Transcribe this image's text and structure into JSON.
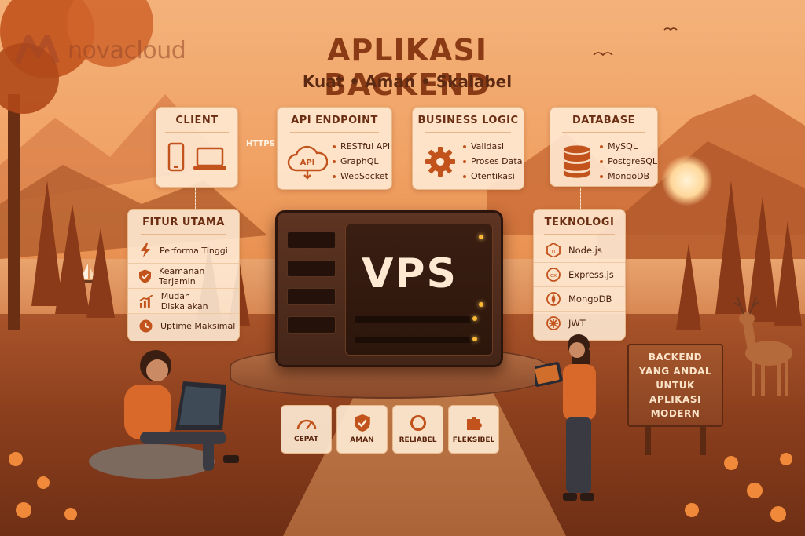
{
  "brand": {
    "name": "novacloud"
  },
  "header": {
    "title": "APLIKASI BACKEND",
    "subtitle": "Kuat • Aman • Skalabel"
  },
  "flow": {
    "client": {
      "title": "CLIENT"
    },
    "link_label": "HTTPS",
    "api": {
      "title": "API ENDPOINT",
      "items": [
        "RESTful API",
        "GraphQL",
        "WebSocket"
      ],
      "icon_label": "API"
    },
    "logic": {
      "title": "BUSINESS LOGIC",
      "items": [
        "Validasi",
        "Proses Data",
        "Otentikasi"
      ]
    },
    "database": {
      "title": "DATABASE",
      "items": [
        "MySQL",
        "PostgreSQL",
        "MongoDB"
      ]
    }
  },
  "features": {
    "title": "FITUR UTAMA",
    "items": [
      "Performa Tinggi",
      "Keamanan Terjamin",
      "Mudah Diskalakan",
      "Uptime Maksimal"
    ]
  },
  "tech": {
    "title": "TEKNOLOGI",
    "items": [
      {
        "label": "Node.js",
        "icon": "nodejs-icon"
      },
      {
        "label": "Express.js",
        "icon": "express-icon"
      },
      {
        "label": "MongoDB",
        "icon": "mongodb-icon"
      },
      {
        "label": "JWT",
        "icon": "jwt-icon"
      }
    ]
  },
  "server": {
    "label": "VPS"
  },
  "badges": [
    "CEPAT",
    "AMAN",
    "RELIABEL",
    "FLEKSIBEL"
  ],
  "sign": {
    "lines": [
      "BACKEND",
      "YANG ANDAL",
      "UNTUK APLIKASI",
      "MODERN"
    ]
  },
  "colors": {
    "accent": "#c2531c",
    "title": "#8a3a14",
    "card": "#ffecd6"
  }
}
